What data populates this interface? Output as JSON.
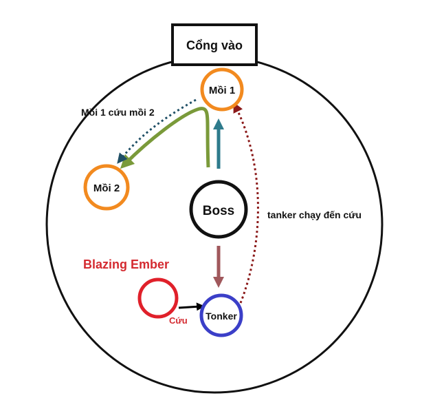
{
  "entrance": {
    "label": "Cổng vào"
  },
  "nodes": {
    "moi1": {
      "label": "Mồi 1",
      "color": "#F28A1F"
    },
    "moi2": {
      "label": "Mồi 2",
      "color": "#F28A1F"
    },
    "boss": {
      "label": "Boss",
      "color": "#111111"
    },
    "tonker": {
      "label": "Tonker",
      "color": "#3B3FC8"
    },
    "blazing": {
      "label": "",
      "color": "#E0202A"
    }
  },
  "annotations": {
    "moi1_rescue": "Mồi 1 cứu mồi 2",
    "tanker_rescue": "tanker chạy đến cứu",
    "blazing_ember": "Blazing Ember",
    "cuu": "Cứu"
  },
  "colors": {
    "arena_outline": "#111111",
    "arrow_green": "#7A9A3A",
    "arrow_teal": "#2E7B8C",
    "arrow_brown": "#A0585C",
    "arrow_darkred_dotted": "#8B1A1A",
    "arrow_dark_teal_dotted": "#1F4F66",
    "arrow_black": "#000000",
    "label_red": "#D42A30"
  }
}
